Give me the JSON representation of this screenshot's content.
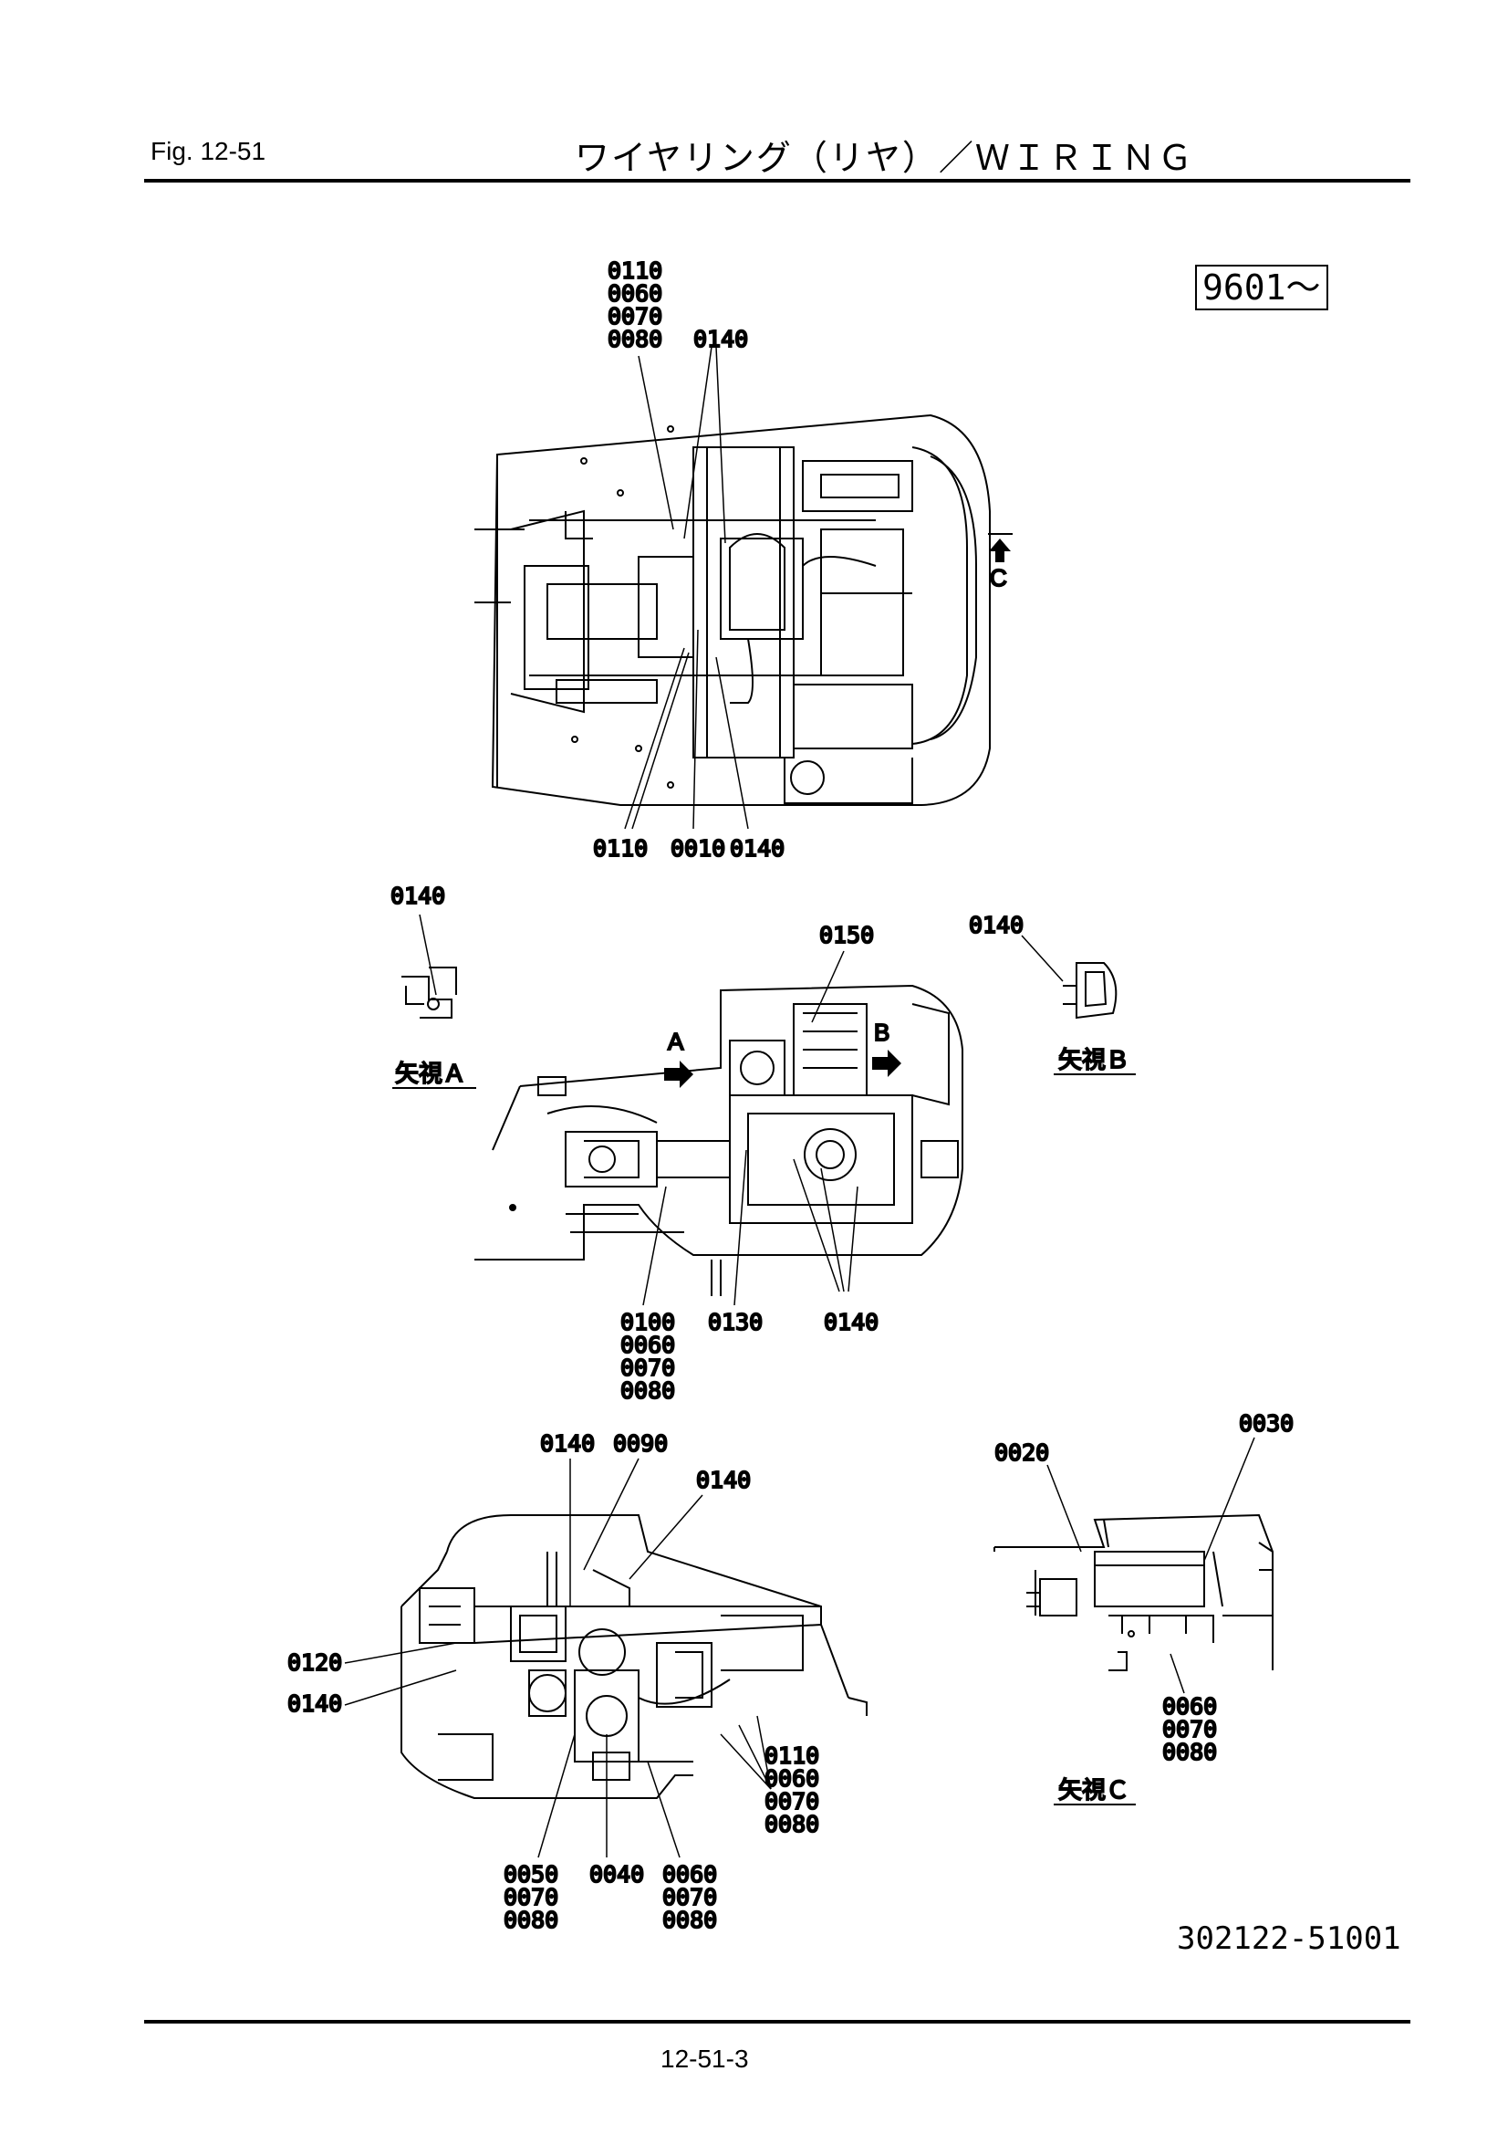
{
  "header": {
    "fig": "Fig.  12-51",
    "title": "ワイヤリング（リヤ）／ＷＩＲＩＮＧ"
  },
  "serial_range": "9601～",
  "doc_number": "302122-51001",
  "page_number": "12-51-3",
  "callouts": {
    "top_upper_stack": [
      "0110",
      "0060",
      "0070",
      "0080"
    ],
    "top_upper_right": "0140",
    "top_lower": [
      "0110",
      "0010",
      "0140"
    ],
    "arrow_c": "C",
    "view_a_part": "0140",
    "view_b_part": "0140",
    "side_top": "0150",
    "arrow_a": "A",
    "arrow_b": "B",
    "side_bottom_stack": [
      "0100",
      "0060",
      "0070",
      "0080"
    ],
    "side_bottom_mid": "0130",
    "side_bottom_right": "0140",
    "rear_top_left": "0140",
    "rear_top_mid": "0090",
    "rear_top_right": "0140",
    "rear_left_1": "0120",
    "rear_left_2": "0140",
    "rear_right_stack": [
      "0110",
      "0060",
      "0070",
      "0080"
    ],
    "rear_bottom_1": [
      "0050",
      "0070",
      "0080"
    ],
    "rear_bottom_2": "0040",
    "rear_bottom_3": [
      "0060",
      "0070",
      "0080"
    ],
    "view_c_left": "0020",
    "view_c_right": "0030",
    "view_c_bottom": [
      "0060",
      "0070",
      "0080"
    ]
  },
  "view_labels": {
    "a": "矢視Ａ",
    "b": "矢視Ｂ",
    "c": "矢視Ｃ"
  }
}
